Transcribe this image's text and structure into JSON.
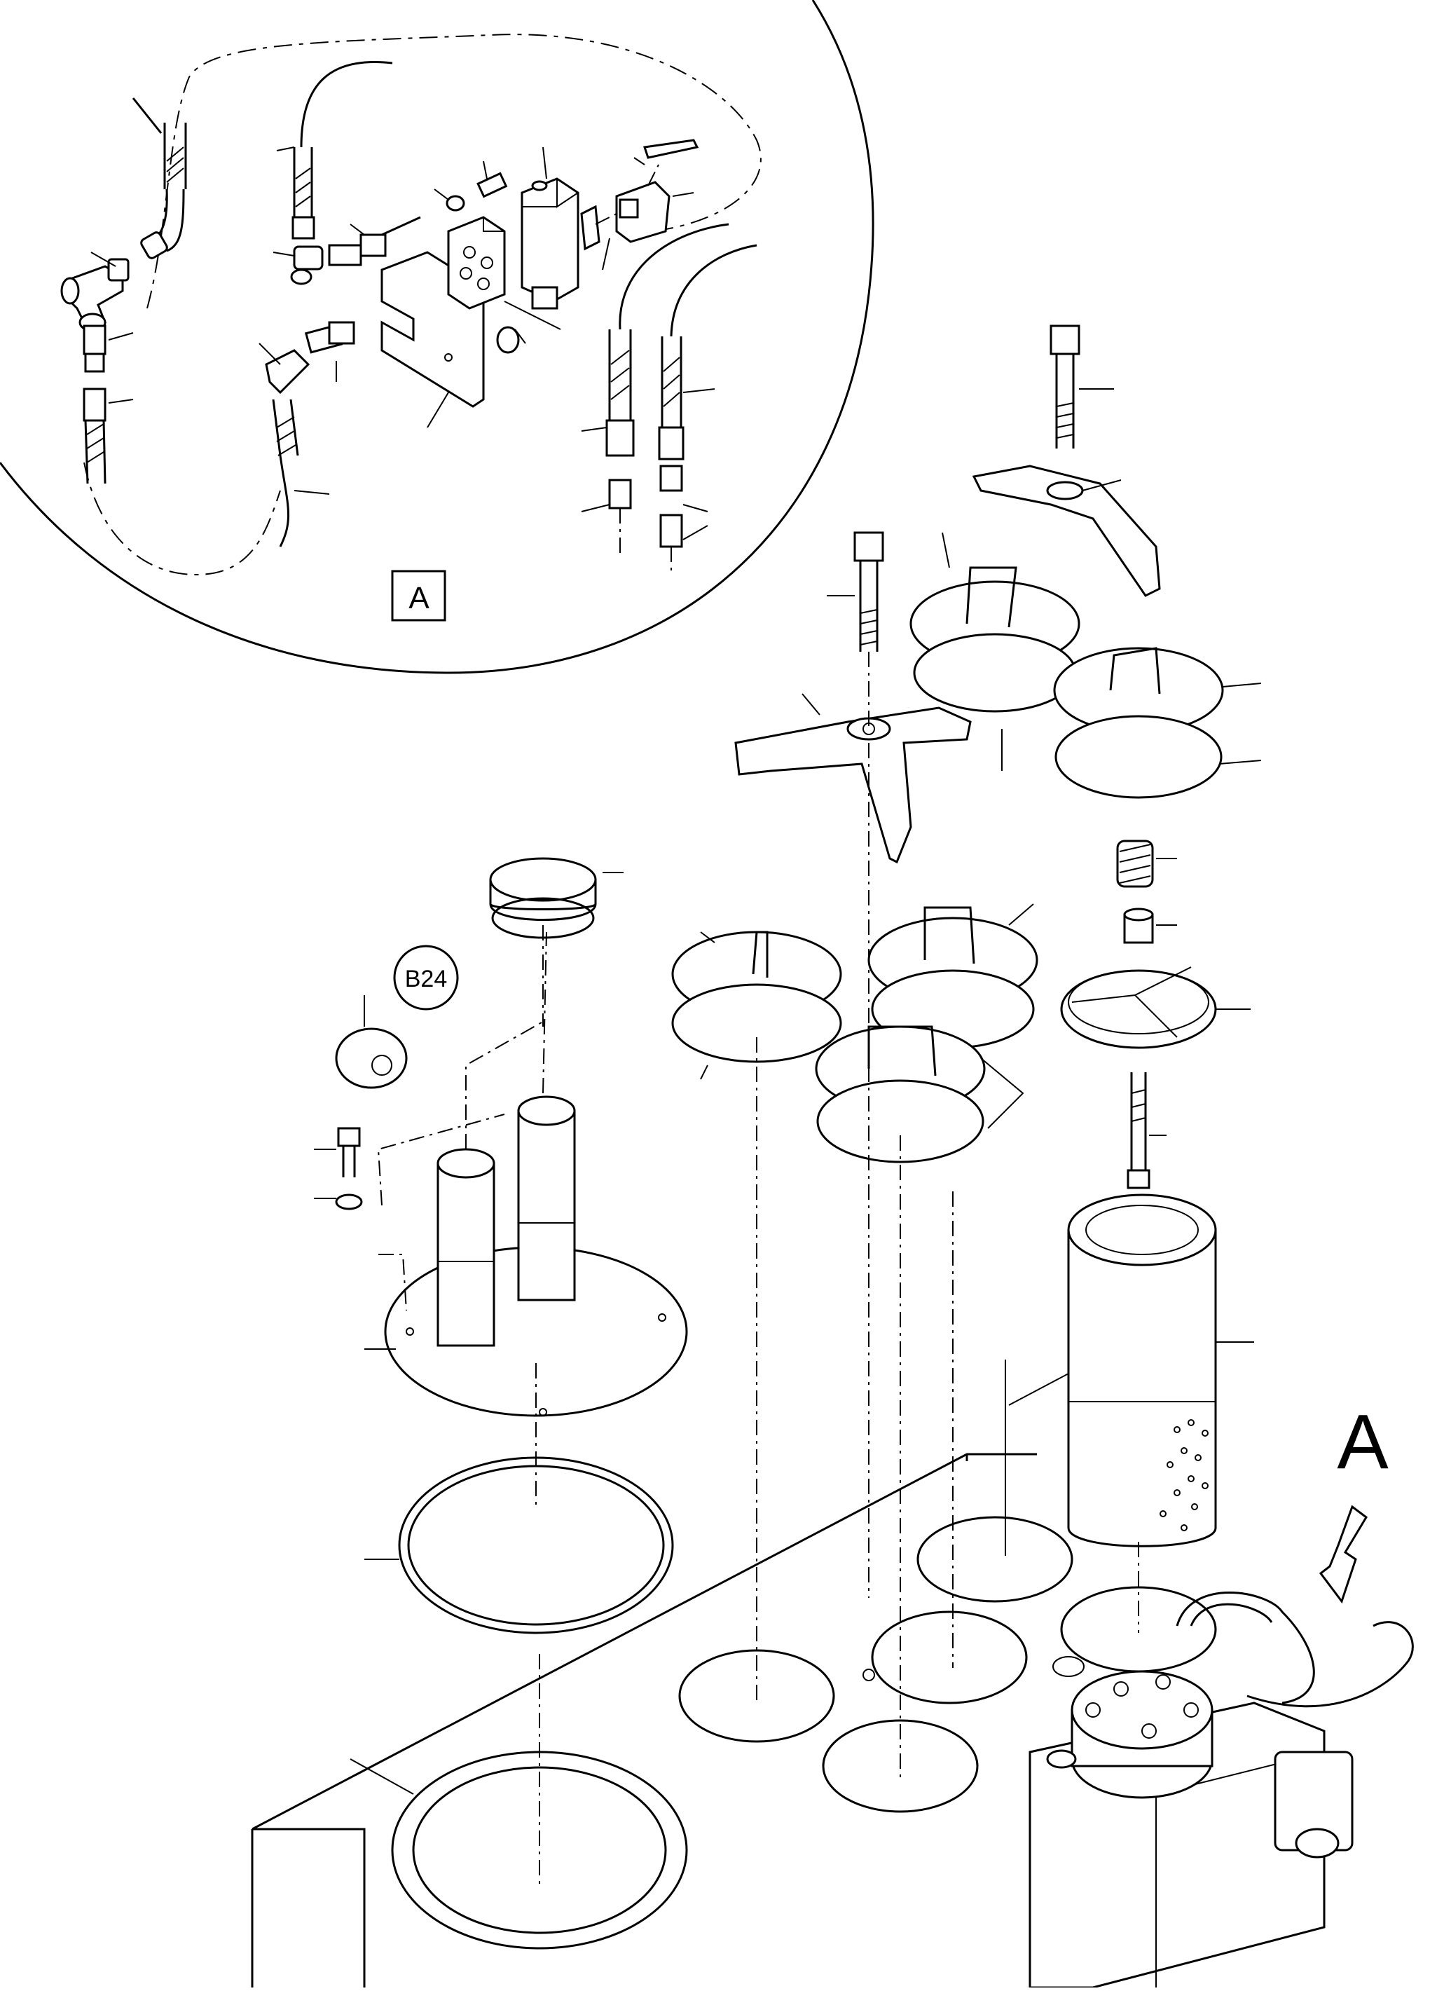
{
  "detail": {
    "box_label": "A",
    "ref_label": "B24"
  },
  "view_indicator": {
    "label": "A",
    "arrow": "hollow-arrow-down-left"
  }
}
